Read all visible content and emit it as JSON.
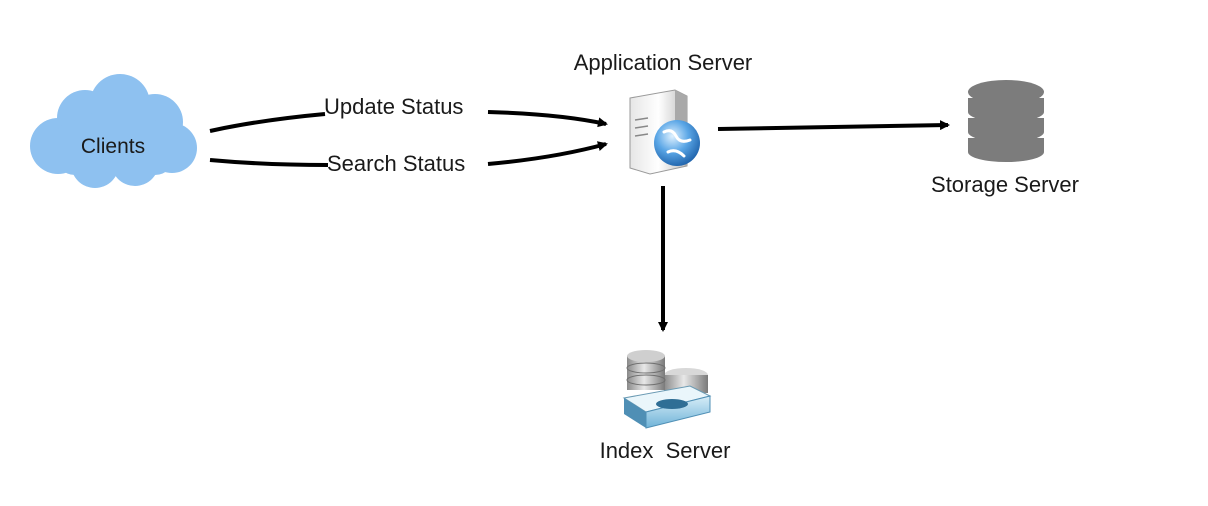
{
  "nodes": {
    "clients": {
      "label": "Clients",
      "icon": "cloud-icon",
      "color": "#8ec1f0"
    },
    "application_server": {
      "label": "Application Server",
      "icon": "web-server-icon"
    },
    "storage_server": {
      "label": "Storage Server",
      "icon": "database-icon",
      "color": "#7c7c7c"
    },
    "index_server": {
      "label": "Index  Server",
      "icon": "index-server-icon"
    }
  },
  "edges": {
    "update_status": {
      "label": "Update Status",
      "from": "clients",
      "to": "application_server"
    },
    "search_status": {
      "label": "Search Status",
      "from": "clients",
      "to": "application_server"
    },
    "app_to_storage": {
      "from": "application_server",
      "to": "storage_server"
    },
    "app_to_index": {
      "from": "application_server",
      "to": "index_server"
    }
  }
}
